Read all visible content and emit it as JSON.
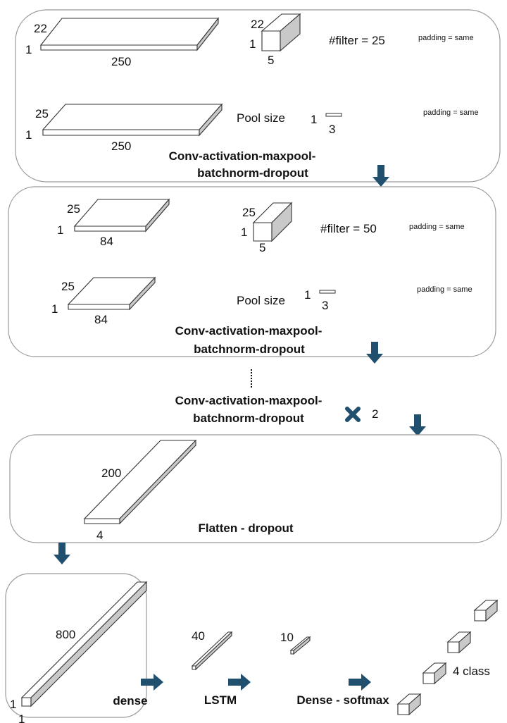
{
  "panels": {
    "block1": {
      "input1": {
        "height": "22",
        "depth": "1",
        "width": "250"
      },
      "kernel": {
        "height": "22",
        "depth": "1",
        "width": "5"
      },
      "filter_label": "#filter = 25",
      "padding1": "padding = same",
      "input2": {
        "height": "25",
        "depth": "1",
        "width": "250"
      },
      "pool_label": "Pool size",
      "pool": {
        "depth": "1",
        "width": "3"
      },
      "padding2": "padding = same",
      "caption_line1": "Conv-activation-maxpool-",
      "caption_line2": "batchnorm-dropout"
    },
    "block2": {
      "input1": {
        "height": "25",
        "depth": "1",
        "width": "84"
      },
      "kernel": {
        "height": "25",
        "depth": "1",
        "width": "5"
      },
      "filter_label": "#filter = 50",
      "padding1": "padding = same",
      "input2": {
        "height": "25",
        "depth": "1",
        "width": "84"
      },
      "pool_label": "Pool size",
      "pool": {
        "depth": "1",
        "width": "3"
      },
      "padding2": "padding = same",
      "caption_line1": "Conv-activation-maxpool-",
      "caption_line2": "batchnorm-dropout"
    },
    "repeat": {
      "caption_line1": "Conv-activation-maxpool-",
      "caption_line2": "batchnorm-dropout",
      "times": "2"
    },
    "flatten": {
      "length": "200",
      "width": "4",
      "caption": "Flatten - dropout"
    },
    "head": {
      "dense_vec": {
        "length": "800",
        "height": "1",
        "width": "1"
      },
      "lstm_vec": {
        "length": "40"
      },
      "out_vec": {
        "length": "10"
      },
      "class_label": "4 class",
      "dense_label": "dense",
      "lstm_label": "LSTM",
      "softmax_label": "Dense - softmax"
    }
  },
  "colors": {
    "arrow": "#21506f",
    "border": "#9a9a9a",
    "side": "#c9c9c9"
  }
}
